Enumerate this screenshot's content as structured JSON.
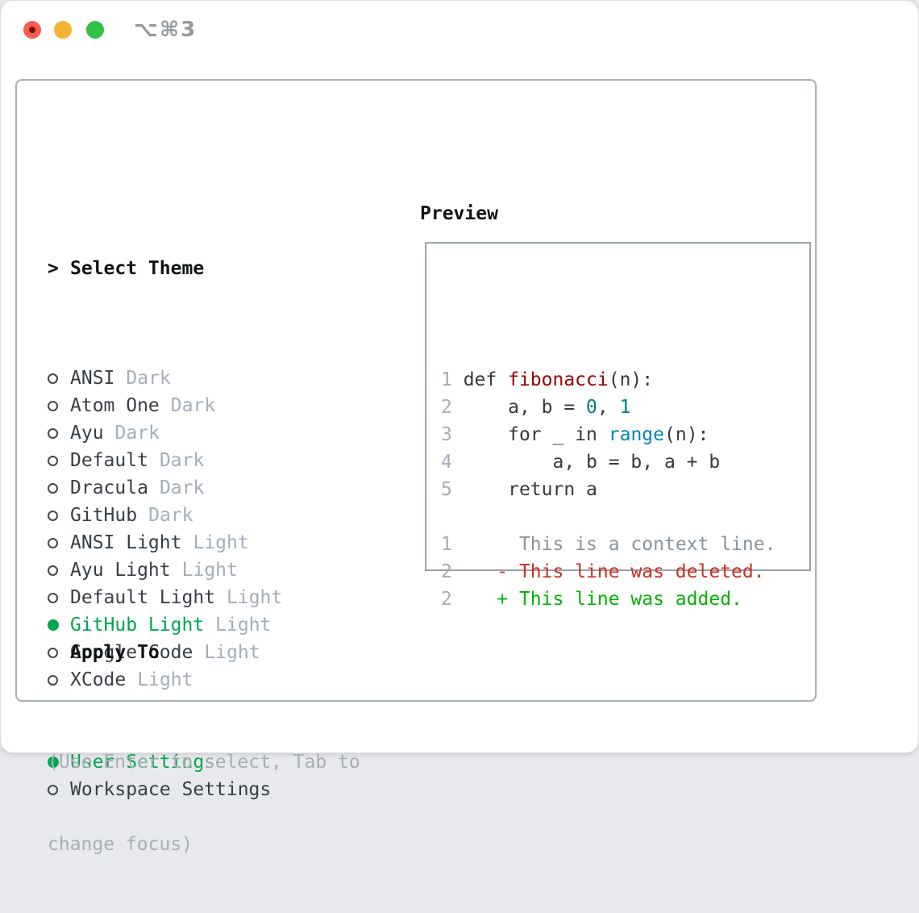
{
  "window": {
    "title": "⌥⌘3",
    "traffic_lights": {
      "close": "#f55c50",
      "close_unsaved_dot": "#7c0f03",
      "minimize": "#f6b231",
      "zoom": "#30c146"
    }
  },
  "theme_picker": {
    "heading_prefix": ">",
    "heading": "Select Theme",
    "items": [
      {
        "name": "ANSI",
        "variant": "Dark",
        "selected": false
      },
      {
        "name": "Atom One",
        "variant": "Dark",
        "selected": false
      },
      {
        "name": "Ayu",
        "variant": "Dark",
        "selected": false
      },
      {
        "name": "Default",
        "variant": "Dark",
        "selected": false
      },
      {
        "name": "Dracula",
        "variant": "Dark",
        "selected": false
      },
      {
        "name": "GitHub",
        "variant": "Dark",
        "selected": false
      },
      {
        "name": "ANSI Light",
        "variant": "Light",
        "selected": false
      },
      {
        "name": "Ayu Light",
        "variant": "Light",
        "selected": false
      },
      {
        "name": "Default Light",
        "variant": "Light",
        "selected": false
      },
      {
        "name": "GitHub Light",
        "variant": "Light",
        "selected": true
      },
      {
        "name": "Google Code",
        "variant": "Light",
        "selected": false
      },
      {
        "name": "XCode",
        "variant": "Light",
        "selected": false
      }
    ]
  },
  "apply_to": {
    "heading": "Apply To",
    "options": [
      {
        "label": "User Settings",
        "selected": true
      },
      {
        "label": "Workspace Settings",
        "selected": false
      }
    ]
  },
  "hint": {
    "line1": "(Use Enter to select, Tab to",
    "line2": "change focus)"
  },
  "preview": {
    "heading": "Preview",
    "lines": [
      {
        "segments": [
          {
            "text": "1 ",
            "type": "ln"
          },
          {
            "text": "def ",
            "type": "kw"
          },
          {
            "text": "fibonacci",
            "type": "fn"
          },
          {
            "text": "(n):",
            "type": "pl"
          }
        ]
      },
      {
        "segments": [
          {
            "text": "2 ",
            "type": "ln"
          },
          {
            "text": "    a, b = ",
            "type": "pl"
          },
          {
            "text": "0",
            "type": "num"
          },
          {
            "text": ", ",
            "type": "pl"
          },
          {
            "text": "1",
            "type": "num"
          }
        ]
      },
      {
        "segments": [
          {
            "text": "3 ",
            "type": "ln"
          },
          {
            "text": "    ",
            "type": "pl"
          },
          {
            "text": "for",
            "type": "kw"
          },
          {
            "text": " _ ",
            "type": "pl"
          },
          {
            "text": "in",
            "type": "kw"
          },
          {
            "text": " ",
            "type": "pl"
          },
          {
            "text": "range",
            "type": "bi"
          },
          {
            "text": "(n):",
            "type": "pl"
          }
        ]
      },
      {
        "segments": [
          {
            "text": "4 ",
            "type": "ln"
          },
          {
            "text": "        a, b = b, a + b",
            "type": "pl"
          }
        ]
      },
      {
        "segments": [
          {
            "text": "5 ",
            "type": "ln"
          },
          {
            "text": "    ",
            "type": "pl"
          },
          {
            "text": "return",
            "type": "kw"
          },
          {
            "text": " a",
            "type": "pl"
          }
        ]
      },
      {
        "segments": []
      },
      {
        "segments": [
          {
            "text": "1",
            "type": "ln"
          },
          {
            "text": "      ",
            "type": "pl"
          },
          {
            "text": "This is a context line.",
            "type": "ctx"
          }
        ]
      },
      {
        "segments": [
          {
            "text": "2",
            "type": "ln"
          },
          {
            "text": "    ",
            "type": "pl"
          },
          {
            "text": "- This line was deleted.",
            "type": "del"
          }
        ]
      },
      {
        "segments": [
          {
            "text": "2",
            "type": "ln"
          },
          {
            "text": "    ",
            "type": "pl"
          },
          {
            "text": "+ This line was added.",
            "type": "add"
          }
        ]
      }
    ]
  },
  "colors": {
    "selection_green": "#00a650",
    "diff_added": "#00b400",
    "diff_removed": "#cb3120",
    "diff_context": "#8d939c",
    "syntax_function": "#9a0000",
    "syntax_number": "#008080",
    "syntax_builtin": "#0086b3",
    "line_number": "#a4acb8",
    "text_primary": "#35393d",
    "text_muted": "#a4adba",
    "panel_border": "#a9b0b8"
  }
}
